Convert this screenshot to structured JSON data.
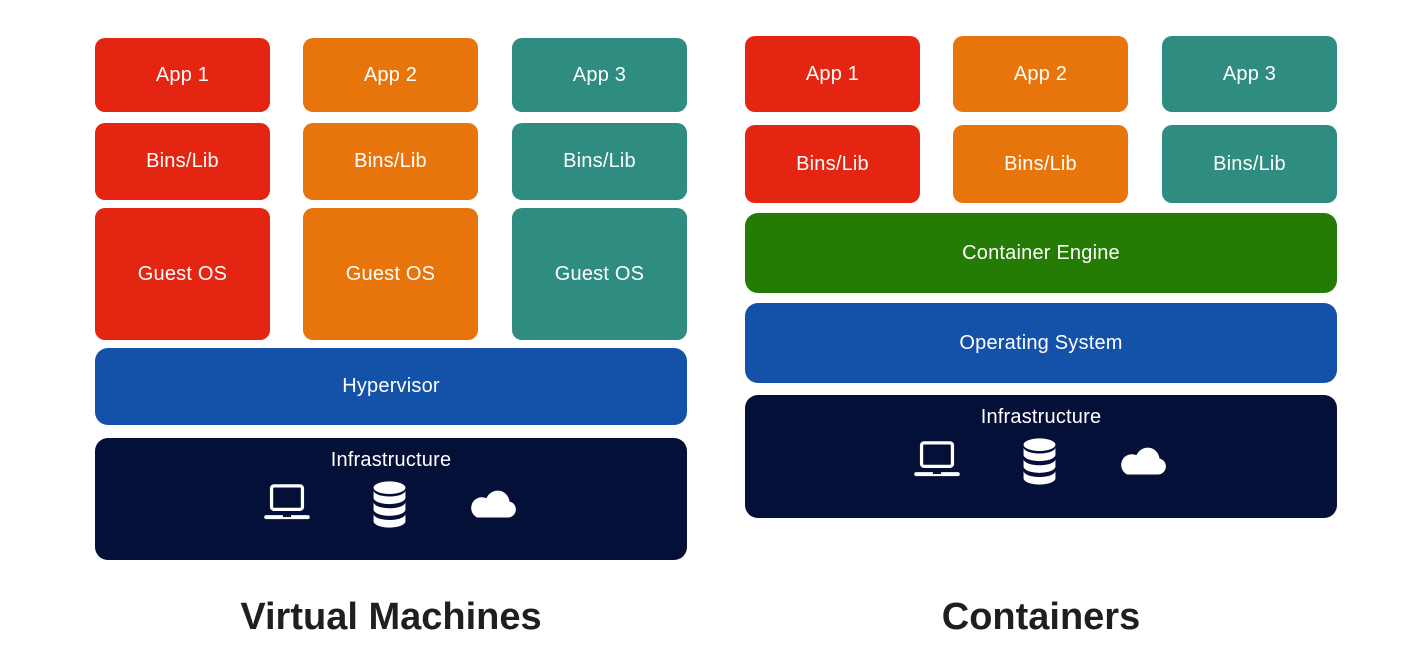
{
  "colors": {
    "red": "#e32512",
    "orange": "#e8750c",
    "teal": "#2e8c80",
    "blue": "#1451a8",
    "navy": "#041038",
    "green": "#247c04",
    "box_text": "#ffffff",
    "title_text": "#1f1f1f",
    "background": "#ffffff"
  },
  "vm": {
    "title": "Virtual Machines",
    "columns": [
      {
        "app": "App 1",
        "bins": "Bins/Lib",
        "guest": "Guest OS",
        "color": "#e32512"
      },
      {
        "app": "App 2",
        "bins": "Bins/Lib",
        "guest": "Guest OS",
        "color": "#e8750c"
      },
      {
        "app": "App 3",
        "bins": "Bins/Lib",
        "guest": "Guest OS",
        "color": "#2e8c80"
      }
    ],
    "hypervisor": {
      "label": "Hypervisor",
      "color": "#1451a8"
    },
    "infrastructure": {
      "label": "Infrastructure",
      "color": "#041038",
      "icons": [
        "laptop-icon",
        "database-icon",
        "cloud-icon"
      ]
    }
  },
  "containers": {
    "title": "Containers",
    "columns": [
      {
        "app": "App 1",
        "bins": "Bins/Lib",
        "color": "#e32512"
      },
      {
        "app": "App 2",
        "bins": "Bins/Lib",
        "color": "#e8750c"
      },
      {
        "app": "App 3",
        "bins": "Bins/Lib",
        "color": "#2e8c80"
      }
    ],
    "engine": {
      "label": "Container Engine",
      "color": "#247c04"
    },
    "os": {
      "label": "Operating System",
      "color": "#1451a8"
    },
    "infrastructure": {
      "label": "Infrastructure",
      "color": "#041038",
      "icons": [
        "laptop-icon",
        "database-icon",
        "cloud-icon"
      ]
    }
  }
}
